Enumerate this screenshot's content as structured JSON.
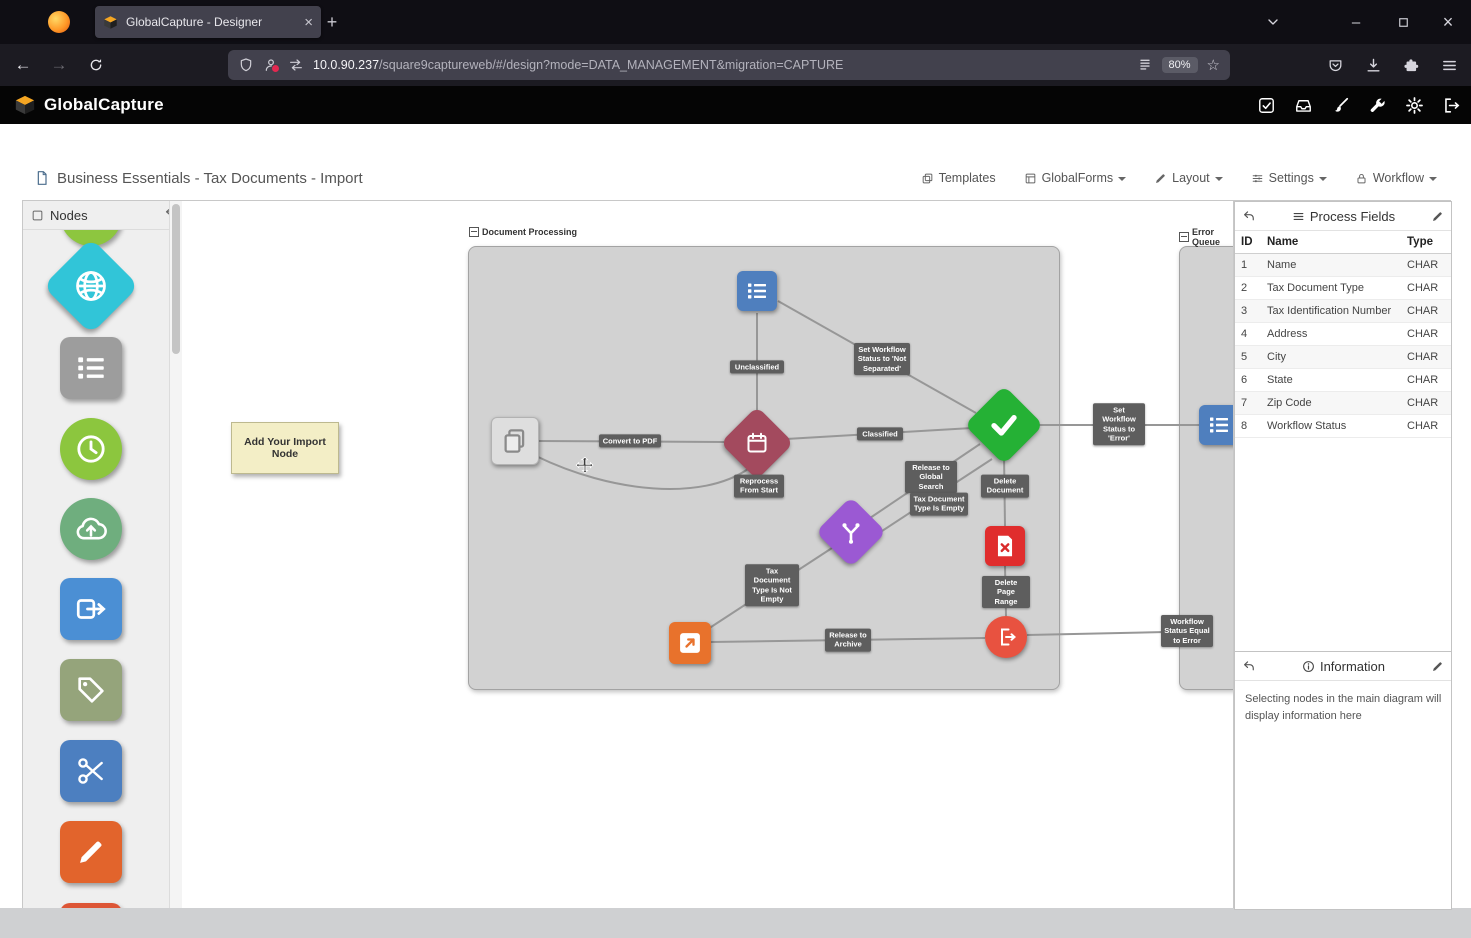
{
  "browser": {
    "tab_title": "GlobalCapture - Designer",
    "url_host": "10.0.90.237",
    "url_path": "/square9captureweb/#/design?mode=DATA_MANAGEMENT&migration=CAPTURE",
    "zoom": "80%"
  },
  "app": {
    "brand": "GlobalCapture"
  },
  "page": {
    "title": "Business Essentials - Tax Documents - Import",
    "menus": [
      {
        "label": "Templates"
      },
      {
        "label": "GlobalForms"
      },
      {
        "label": "Layout"
      },
      {
        "label": "Settings"
      },
      {
        "label": "Workflow"
      }
    ]
  },
  "nodes_panel": {
    "title": "Nodes"
  },
  "canvas": {
    "import_note": "Add Your Import Node",
    "groups": [
      {
        "label": "Document Processing"
      },
      {
        "label": "Error Queue"
      }
    ],
    "edge_labels": [
      {
        "text": "Unclassified"
      },
      {
        "text": "Set Workflow Status to 'Not Separated'"
      },
      {
        "text": "Convert to PDF"
      },
      {
        "text": "Classified"
      },
      {
        "text": "Reprocess From Start"
      },
      {
        "text": "Release to Global Search"
      },
      {
        "text": "Tax Document Type Is Empty"
      },
      {
        "text": "Delete Document"
      },
      {
        "text": "Tax Document Type Is Not Empty"
      },
      {
        "text": "Delete Page Range"
      },
      {
        "text": "Release to Archive"
      },
      {
        "text": "Set Workflow Status to 'Error'"
      },
      {
        "text": "Workflow Status Equal to Error"
      }
    ]
  },
  "process_fields": {
    "title": "Process Fields",
    "columns": {
      "id": "ID",
      "name": "Name",
      "type": "Type"
    },
    "rows": [
      {
        "id": "1",
        "name": "Name",
        "type": "CHAR"
      },
      {
        "id": "2",
        "name": "Tax Document Type",
        "type": "CHAR"
      },
      {
        "id": "3",
        "name": "Tax Identification Number",
        "type": "CHAR"
      },
      {
        "id": "4",
        "name": "Address",
        "type": "CHAR"
      },
      {
        "id": "5",
        "name": "City",
        "type": "CHAR"
      },
      {
        "id": "6",
        "name": "State",
        "type": "CHAR"
      },
      {
        "id": "7",
        "name": "Zip Code",
        "type": "CHAR"
      },
      {
        "id": "8",
        "name": "Workflow Status",
        "type": "CHAR"
      }
    ]
  },
  "information": {
    "title": "Information",
    "body": "Selecting nodes in the main diagram will display information here"
  },
  "icons": {
    "close": "×",
    "plus": "+",
    "back": "←",
    "forward": "→",
    "star": "☆",
    "minimize": "–"
  },
  "colors": {
    "accent_orange": "#e2642c",
    "node_blue": "#4f7fbe",
    "node_green": "#25b135",
    "node_purple": "#9b59d3",
    "node_maroon": "#a34a5e",
    "node_red": "#e02d2d",
    "node_cyan": "#31c5d8",
    "edge_label_bg": "#5e5e5e"
  }
}
